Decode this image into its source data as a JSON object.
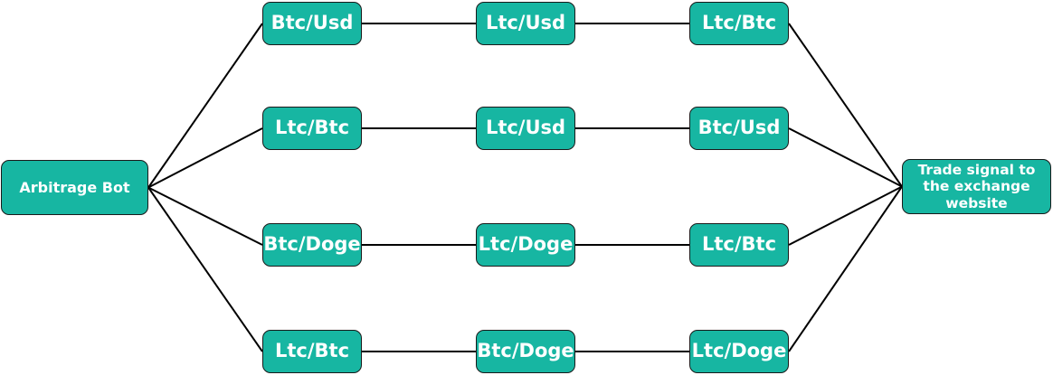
{
  "colors": {
    "node_fill": "#17b6a2",
    "node_border": "#1a1a1a",
    "node_text": "#ffffff",
    "edge": "#000000"
  },
  "source": {
    "label": "Arbitrage Bot"
  },
  "target": {
    "label": "Trade signal to the exchange website"
  },
  "paths": [
    {
      "steps": [
        "Btc/Usd",
        "Ltc/Usd",
        "Ltc/Btc"
      ]
    },
    {
      "steps": [
        "Ltc/Btc",
        "Ltc/Usd",
        "Btc/Usd"
      ]
    },
    {
      "steps": [
        "Btc/Doge",
        "Ltc/Doge",
        "Ltc/Btc"
      ]
    },
    {
      "steps": [
        "Ltc/Btc",
        "Btc/Doge",
        "Ltc/Doge"
      ]
    }
  ]
}
